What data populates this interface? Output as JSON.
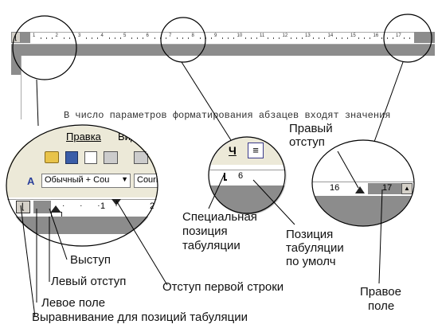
{
  "document": {
    "body_text": "В число параметров форматирования абзацев входят значения"
  },
  "ruler": {
    "ticks_top": [
      "1",
      "2",
      "3",
      "4",
      "5",
      "6",
      "7",
      "8",
      "9",
      "10",
      "11",
      "12",
      "13",
      "14",
      "15",
      "16",
      "17"
    ],
    "zoom_left_ticks": [
      "1",
      "2"
    ],
    "zoom_mid_tick": "6",
    "zoom_right_ticks": [
      "16",
      "17"
    ]
  },
  "toolbar": {
    "menu_item": "Правка",
    "menu_item2": "Вид",
    "style_box": "Обычный + Cou",
    "font_box": "Courie",
    "underline_letter": "Ч"
  },
  "labels": {
    "right_indent": "Правый отступ",
    "right_indent_l1": "Правый",
    "right_indent_l2": "отступ",
    "special_tab_l1": "Специальная",
    "special_tab_l2": "позиция",
    "special_tab_l3": "табуляции",
    "default_tab_l1": "Позиция",
    "default_tab_l2": "табуляции",
    "default_tab_l3": "по умолч",
    "hanging": "Выступ",
    "left_indent": "Левый отступ",
    "first_line": "Отступ первой строки",
    "left_margin": "Левое поле",
    "tab_align": "Выравнивание для позиций табуляции",
    "right_margin_l1": "Правое",
    "right_margin_l2": "поле"
  },
  "colors": {
    "ruler_bg": "#ffffff",
    "ruler_grey": "#8c8c8c",
    "toolbar_bg": "#ece9d8"
  }
}
